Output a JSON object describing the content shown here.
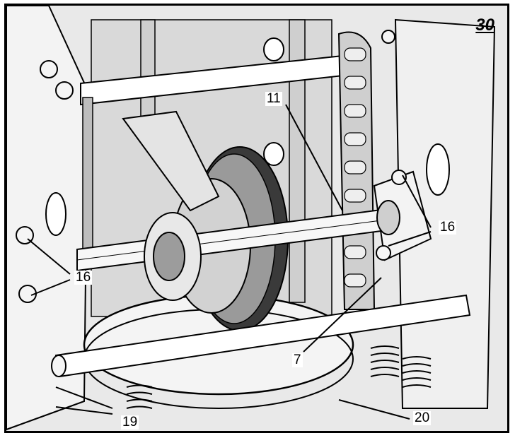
{
  "figure": {
    "number": "30"
  },
  "callouts": {
    "c11": "11",
    "c16_right": "16",
    "c16_left": "16",
    "c7": "7",
    "c19": "19",
    "c20": "20"
  },
  "colors": {
    "ink": "#000000",
    "light_gray": "#e6e6e6",
    "mid_gray": "#bdbdbd",
    "dark_gray": "#7a7a7a",
    "paper": "#ffffff"
  }
}
